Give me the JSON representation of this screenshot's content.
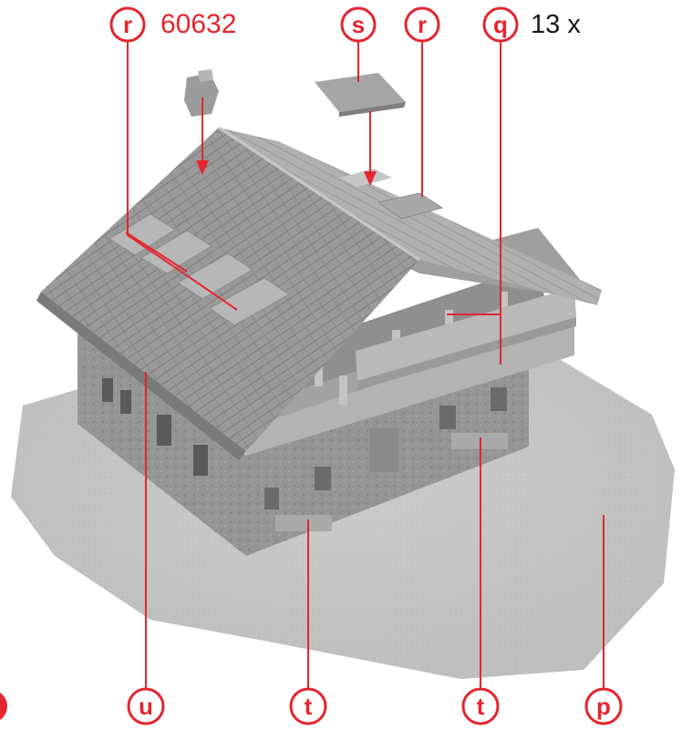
{
  "accent_color": "#e3262f",
  "callouts": {
    "r_left": "r",
    "s": "s",
    "r_right": "r",
    "q": "q",
    "u": "u",
    "t_left": "t",
    "t_right": "t",
    "p": "p"
  },
  "part_number": "60632",
  "quantity": "13 x"
}
